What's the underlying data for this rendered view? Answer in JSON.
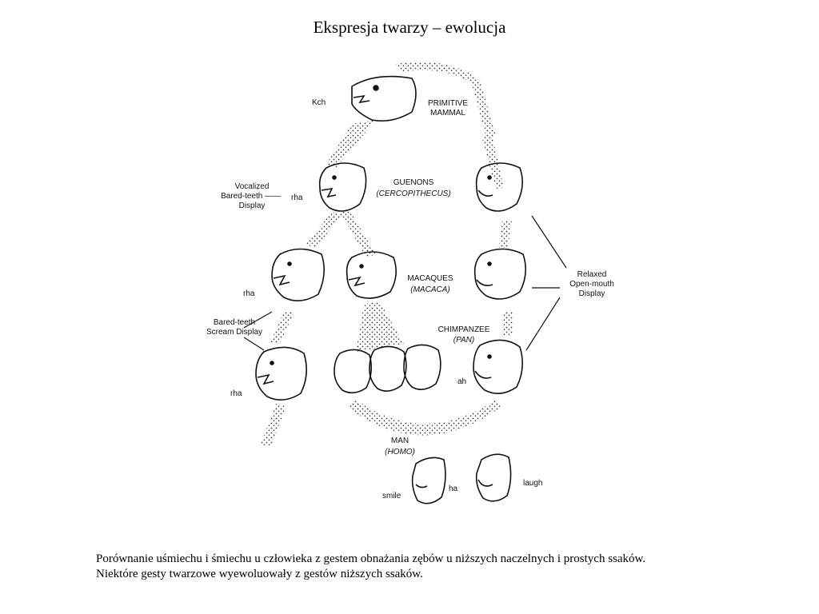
{
  "slide": {
    "title": "Ekspresja twarzy – ewolucja",
    "caption_lines": [
      "Porównanie uśmiechu i śmiechu u człowieka z gestem obnażania zębów u niższych naczelnych i prostych ssaków.",
      "Niektóre gesty twarzowe wyewoluowały z gestów niższych ssaków."
    ]
  },
  "figure": {
    "taxa": {
      "primitive_mammal": "PRIMITIVE\nMAMMAL",
      "guenons": "GUENONS",
      "guenons_latin": "(CERCOPITHECUS)",
      "macaques": "MACAQUES",
      "macaques_latin": "(MACACA)",
      "chimpanzee": "CHIMPANZEE",
      "chimpanzee_latin": "(PAN)",
      "man": "MAN",
      "man_latin": "(HOMO)"
    },
    "vocalizations": {
      "kch": "Kch",
      "rha_guenon": "rha",
      "rha_macaque": "rha",
      "rha_chimp": "rha",
      "ah": "ah",
      "ha": "ha",
      "smile": "smile",
      "laugh": "laugh"
    },
    "displays": {
      "vocalized": "Vocalized\nBared-teeth —— \nDisplay",
      "scream": "Bared-teeth\nScream Display",
      "relaxed": "Relaxed\nOpen-mouth\nDisplay"
    }
  }
}
